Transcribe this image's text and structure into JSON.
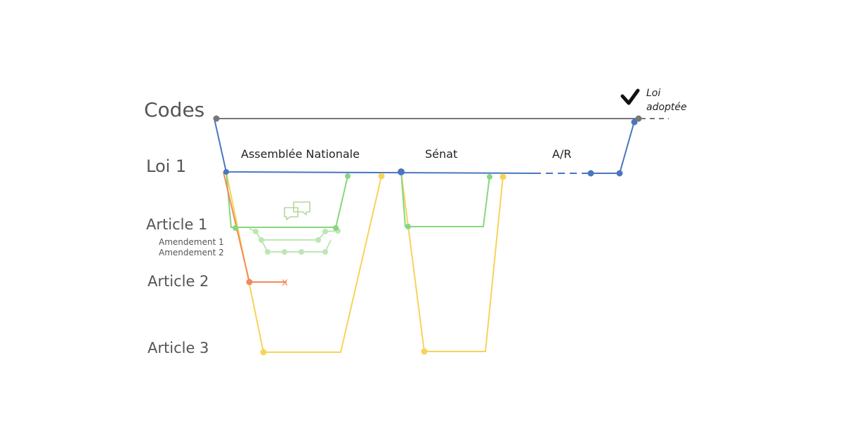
{
  "labels": {
    "codes": "Codes",
    "loi1": "Loi 1",
    "article1": "Article 1",
    "amendement1": "Amendement 1",
    "amendement2": "Amendement 2",
    "article2": "Article 2",
    "article3": "Article 3"
  },
  "stages": {
    "assemblee": "Assemblée Nationale",
    "senat": "Sénat",
    "ar": "A/R"
  },
  "outcome": {
    "line1": "Loi",
    "line2": "adoptée"
  },
  "rejected_mark": "x",
  "colors": {
    "codes": "#777777",
    "loi": "#4a76c0",
    "article1": "#86d77e",
    "amendment": "#bde6b5",
    "article2": "#f28a5c",
    "article3": "#f7d35a",
    "text": "#555555",
    "stage_text": "#222222"
  },
  "icons": {
    "check": "check-icon",
    "discussion": "speech-bubbles-icon"
  }
}
